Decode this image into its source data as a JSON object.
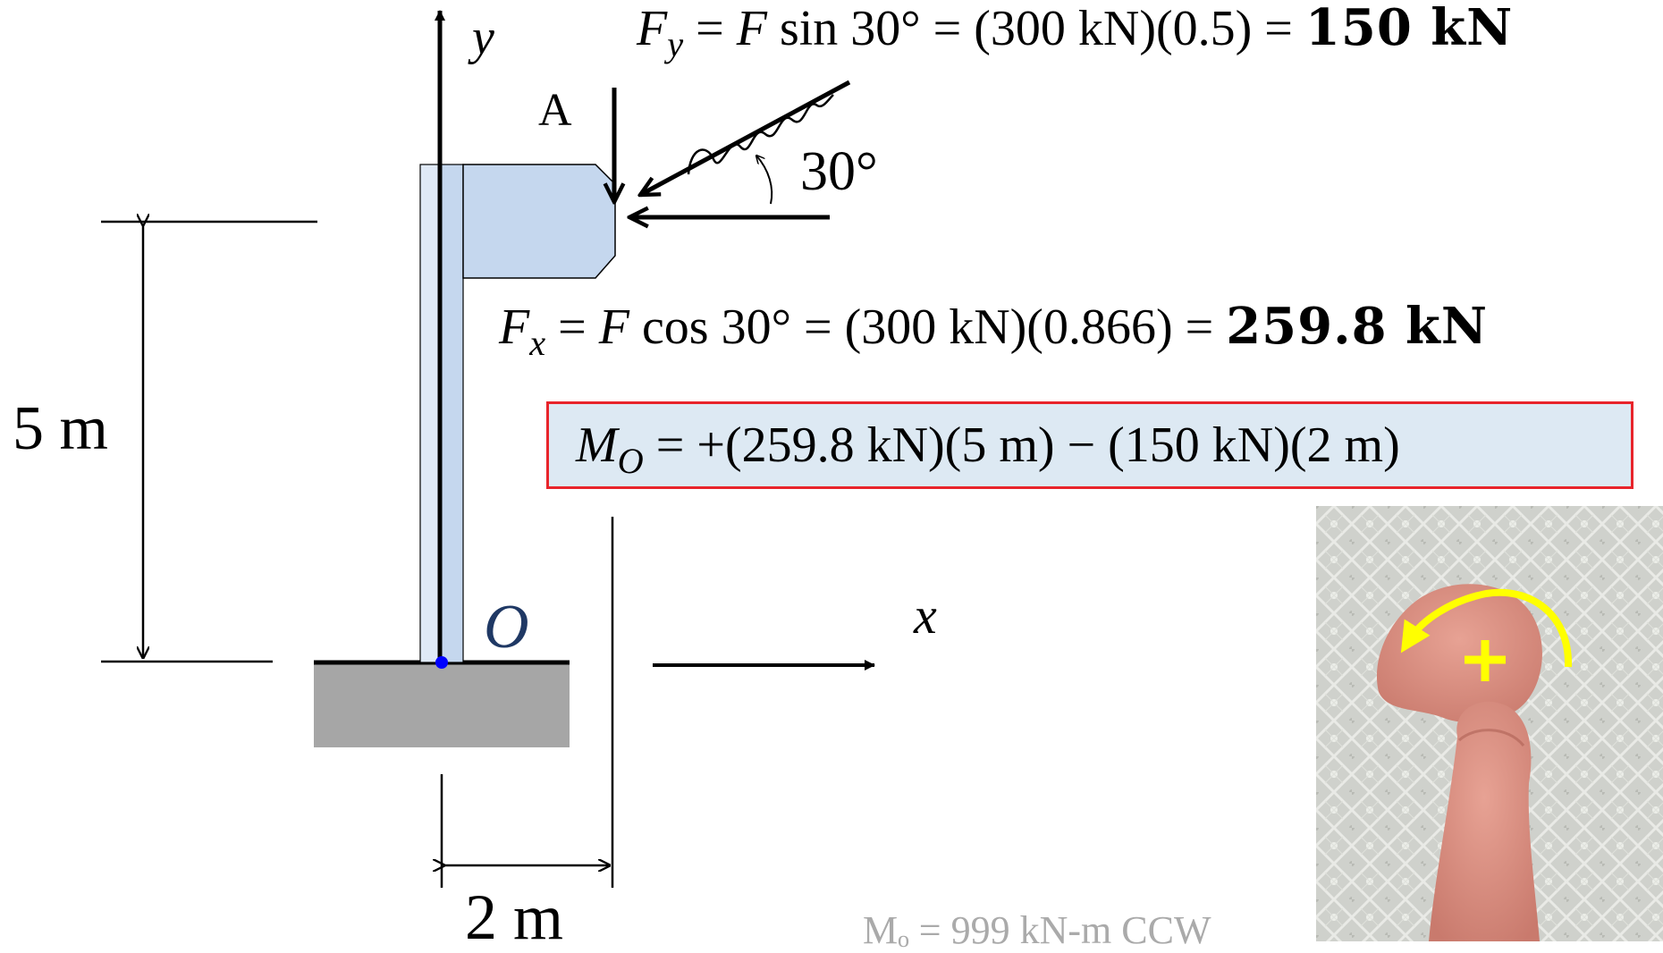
{
  "diagram": {
    "axis_y_label": "y",
    "axis_x_label": "x",
    "point_a_label": "A",
    "origin_label": "O",
    "angle_label": "30°",
    "dim_height_label": "5 m",
    "dim_width_label": "2 m"
  },
  "equations": {
    "fy": {
      "lhs": "F",
      "lhs_sub": "y",
      "middle": " = ",
      "rhs_symbol": "F",
      "rhs_text": " sin 30° = (300 kN)(0.5) = ",
      "result": "150 kN"
    },
    "fx": {
      "lhs": "F",
      "lhs_sub": "x",
      "middle": " = ",
      "rhs_symbol": "F",
      "rhs_text": " cos 30° = (300 kN)(0.866) = ",
      "result": "259.8 kN"
    },
    "mo": {
      "lhs": "M",
      "lhs_sub": "O",
      "rhs_text": " = +(259.8 kN)(5 m) − (150 kN)(2 m)"
    }
  },
  "footer": {
    "text": "Mₒ = 999 kN-m CCW"
  },
  "colors": {
    "member_fill": "#c5d7ee",
    "member_light": "#dfe9f6",
    "ground_fill": "#a6a6a6",
    "box_fill": "#dde9f3",
    "box_border": "#e8242b",
    "origin_dot": "#0000ff",
    "origin_label": "#1f3864",
    "curl_arrow": "#ffff00"
  }
}
